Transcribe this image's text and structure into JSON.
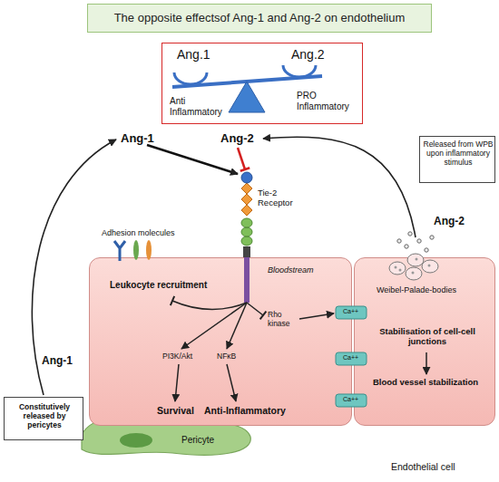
{
  "diagram": {
    "title": "The opposite effectsof Ang-1 and Ang-2 on endothelium",
    "nodes": [
      {
        "text": [
          "Ang.1",
          "Ang.2",
          "Anti Inflammatory",
          "PRO Inflammatory"
        ]
      },
      {
        "text": [
          "Released from WPB upon inflammatory stimulus"
        ]
      },
      {
        "text": [
          "Bloodstream",
          "Leukocyte recruitment",
          "Rho kinase",
          "PI3K/Akt",
          "NFκB",
          "Survival",
          "Anti-Inflammatory"
        ]
      },
      {
        "text": [
          "Weibel-Palade-bodies",
          "Stabilisation of cell-cell junctions",
          "Blood vessel stabilization",
          "Endothelial cell"
        ]
      },
      {
        "text": [
          "Pericyte"
        ]
      },
      {
        "text": [
          "Constitutively released by pericytes"
        ]
      }
    ],
    "labels": [
      "Ang-1",
      "Ang-2",
      "Tie-2 Receptor",
      "Adhesion molecules",
      "Ang-2",
      "Ang-1",
      "Ca++",
      "Ca++",
      "Ca++"
    ]
  }
}
